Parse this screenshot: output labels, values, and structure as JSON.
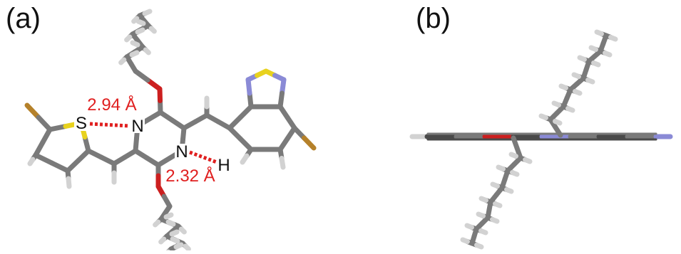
{
  "panels": [
    {
      "label": "(a)"
    },
    {
      "label": "(b)"
    }
  ],
  "atoms": {
    "sulfur": "S",
    "nitrogen": "N",
    "hydrogen": "H"
  },
  "interactions": [
    {
      "distance": "2.94 Å"
    },
    {
      "distance": "2.32 Å"
    }
  ],
  "colors": {
    "carbon": "#7a7a7a",
    "carbon_dark": "#4a4a4a",
    "hydrogen": "#d2d2d2",
    "oxygen": "#cc1f1f",
    "nitrogen": "#8a8ad6",
    "sulfur": "#e8d21e",
    "bromine": "#b5812a",
    "contact": "#e02020",
    "label": "#e02020"
  }
}
